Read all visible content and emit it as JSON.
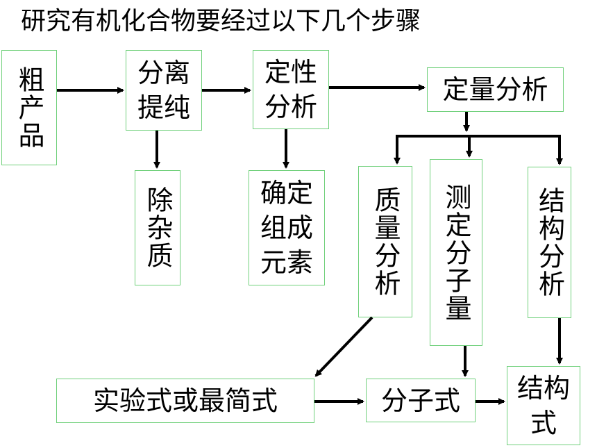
{
  "title": "研究有机化合物要经过以下几个步骤",
  "nodes": {
    "crude": "粗产品",
    "separate": "分离\n提纯",
    "remove_impurity": "除杂质",
    "qualitative": "定性\n分析",
    "determine_composition": "确定\n组成\n元素",
    "quantitative": "定量分析",
    "mass_analysis": "质量分析",
    "molecular_weight": "测定分子量",
    "structure_analysis": "结构分析",
    "empirical_formula": "实验式或最简式",
    "molecular_formula": "分子式",
    "structural_formula": "结构\n式"
  }
}
